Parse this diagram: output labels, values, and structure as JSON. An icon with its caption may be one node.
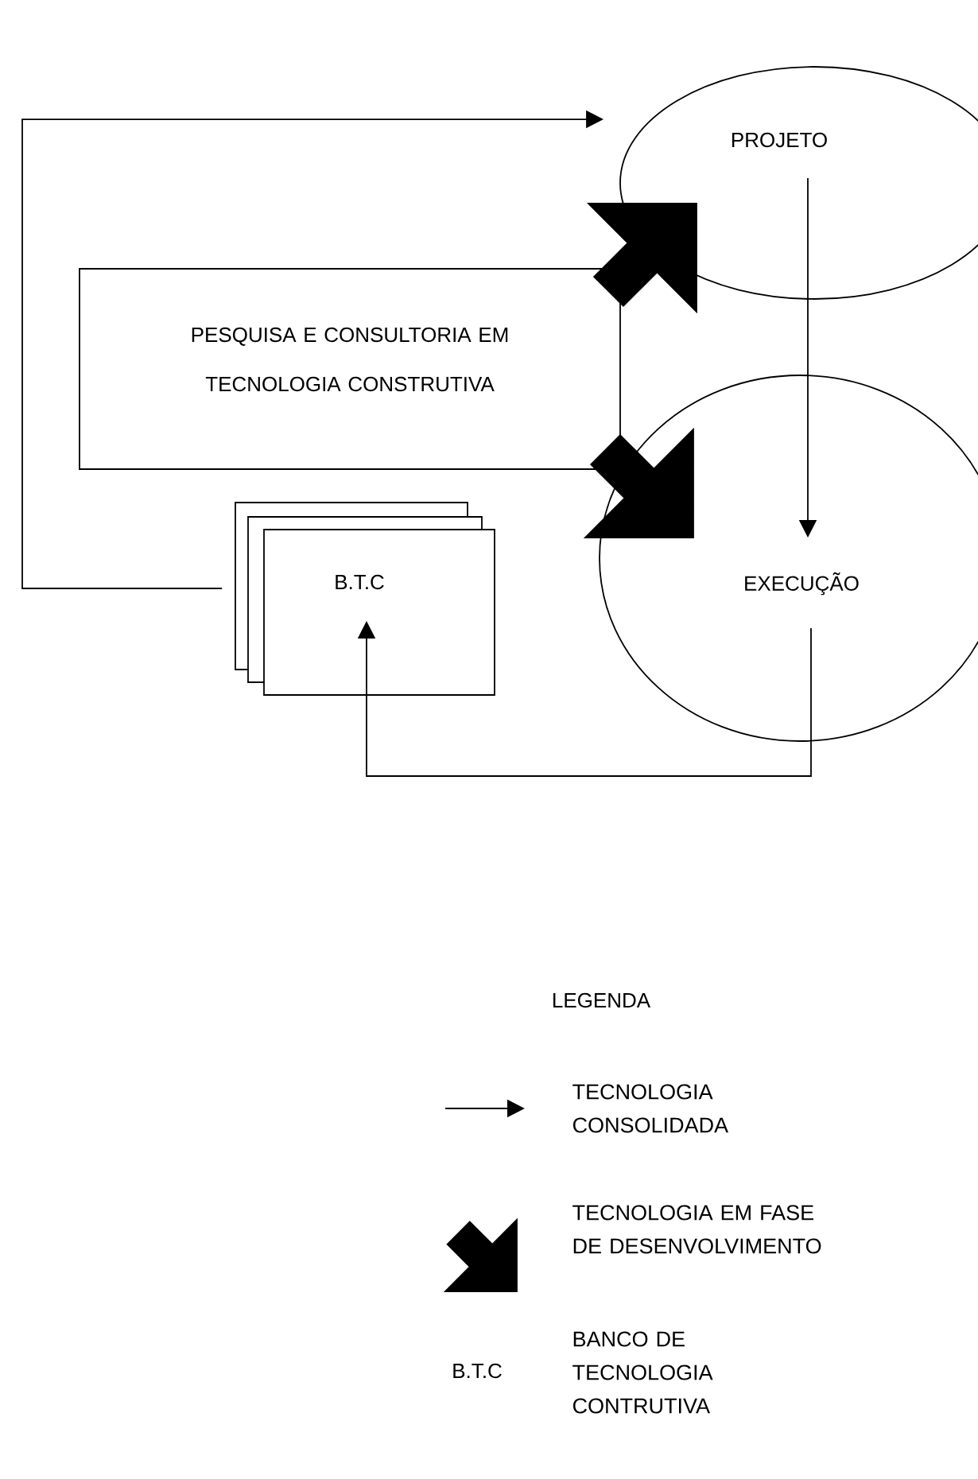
{
  "diagram": {
    "nodes": [
      {
        "text": [
          "PROJETO"
        ]
      },
      {
        "text": [
          "PESQUISA E CONSULTORIA EM TECNOLOGIA CONSTRUTIVA"
        ]
      },
      {
        "text": [
          "EXECUÇÃO"
        ]
      },
      {
        "text": [
          "B.T.C"
        ]
      }
    ],
    "edges": [
      {
        "from": 3,
        "to": 0,
        "arrow": "to"
      },
      {
        "from": 1,
        "to": 0,
        "arrow": "to",
        "style": "thick"
      },
      {
        "from": 1,
        "to": 2,
        "arrow": "to",
        "style": "thick"
      },
      {
        "from": 0,
        "to": 2,
        "arrow": "to"
      },
      {
        "from": 2,
        "to": 3,
        "arrow": "to"
      }
    ],
    "labels": [
      "LEGENDA",
      "B.T.C"
    ],
    "legend": [
      {
        "text": "TECNOLOGIA CONSOLIDADA"
      },
      {
        "text": "TECNOLOGIA EM FASE DE DESENVOLVIMENTO"
      },
      {
        "text": "BANCO DE TECNOLOGIA CONTRUTIVA"
      }
    ]
  }
}
